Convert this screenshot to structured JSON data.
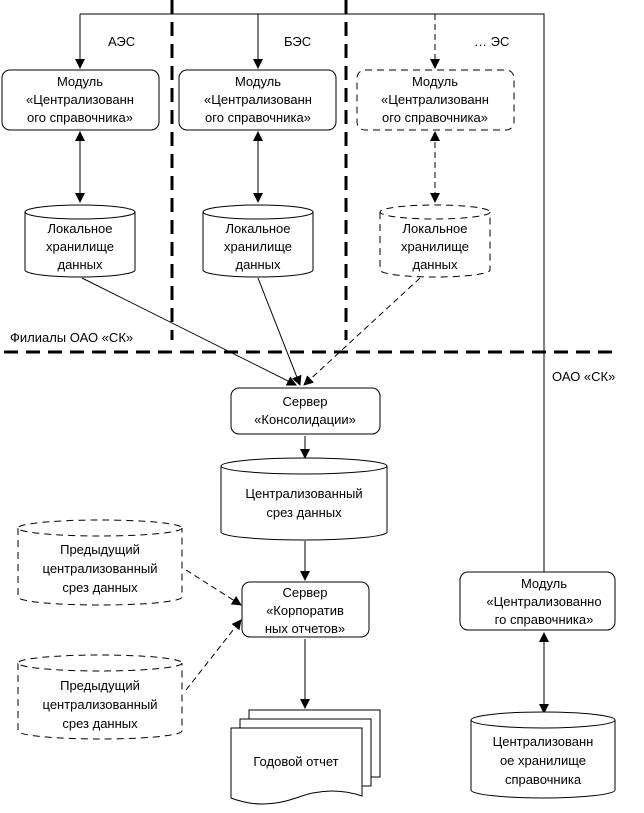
{
  "branch_labels": [
    "АЭС",
    "БЭС",
    "… ЭС"
  ],
  "zone_labels": {
    "branches": "Филиалы ОАО «СК»",
    "company": "ОАО «СК»"
  },
  "module_lines": [
    "Модуль",
    "«Централизованн",
    "ого справочника»"
  ],
  "local_storage_lines": [
    "Локальное",
    "хранилище",
    "данных"
  ],
  "consolidation_server_lines": [
    "Сервер",
    "«Консолидации»"
  ],
  "central_slice_lines": [
    "Централизованный",
    "срез данных"
  ],
  "previous_slice_lines": [
    "Предыдущий",
    "централизованный",
    "срез данных"
  ],
  "reports_server_lines": [
    "Сервер",
    "«Корпоратив",
    "ных отчетов»"
  ],
  "annual_report": "Годовой отчет",
  "hq_module_lines": [
    "Модуль",
    "«Централизованно",
    "го справочника»"
  ],
  "central_directory_lines": [
    "Централизованн",
    "ое хранилище",
    "справочника"
  ]
}
